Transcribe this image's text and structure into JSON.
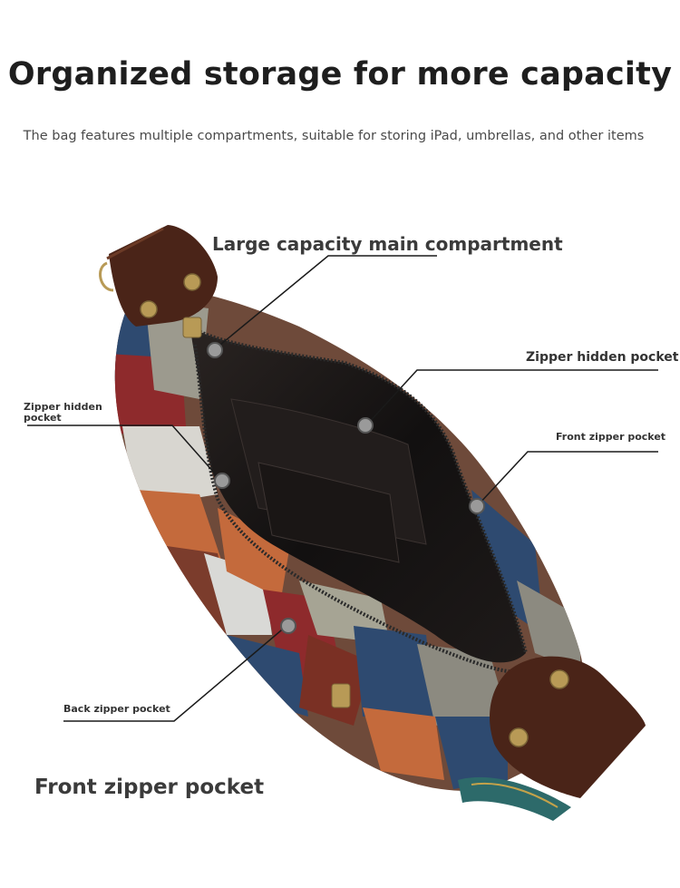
{
  "header": {
    "title": "Organized storage for more capacity",
    "subtitle": "The bag features multiple compartments, suitable for storing iPad, umbrellas, and other items"
  },
  "callouts": {
    "main_compartment": "Large capacity main compartment",
    "zipper_hidden_right": "Zipper hidden pocket",
    "zipper_hidden_left": "Zipper hidden pocket",
    "front_zipper_small": "Front zipper pocket",
    "back_zipper": "Back zipper pocket",
    "front_zipper_large": "Front zipper pocket"
  },
  "colors": {
    "leather_brown": "#4a2418",
    "lining": "#1a1615",
    "patch_red": "#8e2a2c",
    "patch_blue": "#2e4a70",
    "patch_orange": "#c46a3c",
    "patch_gray": "#8c8a80",
    "rivet": "#b89a56"
  }
}
